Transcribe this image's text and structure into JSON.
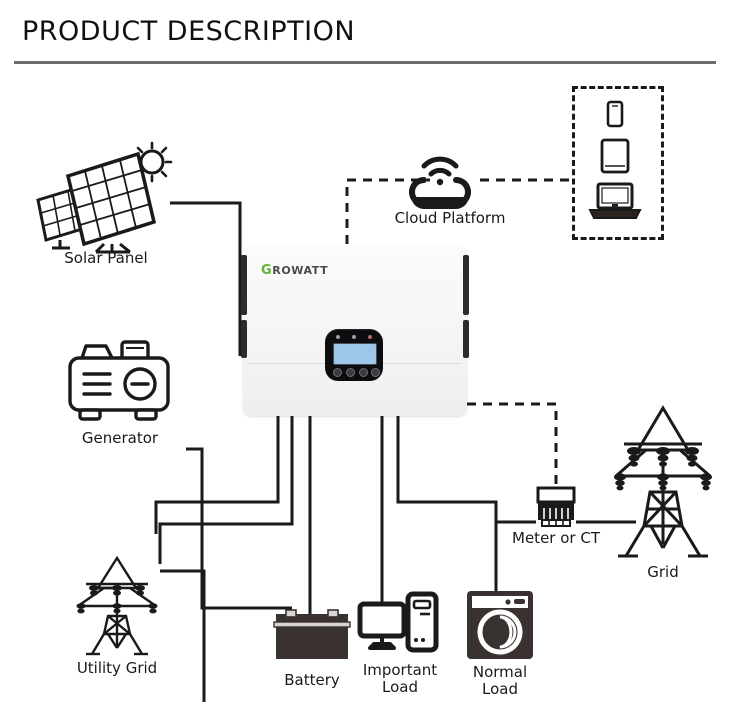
{
  "header": {
    "title": "PRODUCT DESCRIPTION",
    "rule_color": "#6e6e6e"
  },
  "colors": {
    "background": "#ffffff",
    "line": "#1a1a1a",
    "text": "#1a1a1a",
    "logo_green": "#5cb335",
    "logo_gray": "#4a4a4a",
    "lcd_blue": "#9dc6e8",
    "inverter_body": "#f4f4f4"
  },
  "diagram": {
    "type": "hybrid-solar-inverter-system-wiring-diagram",
    "inverter": {
      "brand_logo_first_letter": "G",
      "brand_logo_rest": "ROWATT",
      "display_name": "lcd-display",
      "led_count": 3,
      "button_count": 4
    },
    "nodes": [
      {
        "id": "solar-panel",
        "label": "Solar Panel",
        "icon": "solar-panel-icon"
      },
      {
        "id": "cloud-platform",
        "label": "Cloud Platform",
        "icon": "cloud-wifi-icon"
      },
      {
        "id": "devices",
        "label": "",
        "icon": "device-group-icon"
      },
      {
        "id": "generator",
        "label": "Generator",
        "icon": "generator-icon"
      },
      {
        "id": "utility-grid",
        "label": "Utility Grid",
        "icon": "transmission-tower-icon"
      },
      {
        "id": "battery",
        "label": "Battery",
        "icon": "battery-icon"
      },
      {
        "id": "important-load",
        "label": "Important Load",
        "label_line1": "Important",
        "label_line2": "Load",
        "icon": "computer-icon"
      },
      {
        "id": "normal-load",
        "label": "Normal Load",
        "label_line1": "Normal",
        "label_line2": "Load",
        "icon": "washing-machine-icon"
      },
      {
        "id": "meter-or-ct",
        "label": "Meter or CT",
        "icon": "meter-icon"
      },
      {
        "id": "grid",
        "label": "Grid",
        "icon": "transmission-tower-icon"
      }
    ],
    "device_box_items": [
      "smartphone-icon",
      "tablet-icon",
      "laptop-icon"
    ],
    "connections": [
      {
        "from": "solar-panel",
        "to": "inverter",
        "style": "solid"
      },
      {
        "from": "generator",
        "to": "inverter",
        "style": "solid"
      },
      {
        "from": "utility-grid",
        "to": "inverter",
        "style": "solid"
      },
      {
        "from": "inverter",
        "to": "battery",
        "style": "solid"
      },
      {
        "from": "inverter",
        "to": "important-load",
        "style": "solid"
      },
      {
        "from": "inverter",
        "to": "normal-load",
        "style": "solid"
      },
      {
        "from": "inverter",
        "to": "cloud-platform",
        "style": "dashed"
      },
      {
        "from": "cloud-platform",
        "to": "devices",
        "style": "dashed"
      },
      {
        "from": "inverter",
        "to": "meter-or-ct",
        "style": "dashed"
      },
      {
        "from": "meter-or-ct",
        "to": "grid",
        "style": "solid"
      }
    ]
  }
}
